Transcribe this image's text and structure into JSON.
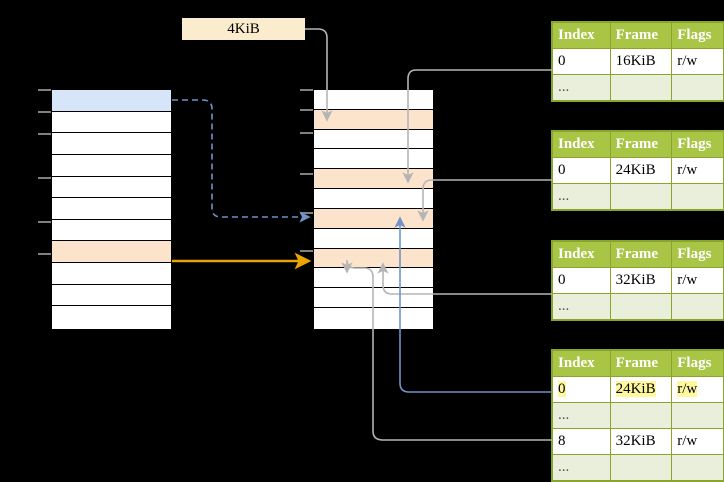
{
  "diagram": {
    "size_label": "4KiB",
    "colors": {
      "header_green": "#a8c545",
      "ellipsis_row": "#e9efda",
      "highlight_yellow": "#fff89e",
      "selected_blue": "#d7e5f8",
      "selected_peach": "#fce3cc",
      "label_cream": "#fbecce",
      "orange_arrow": "#e8a400",
      "blue_arrow": "#6f93c8",
      "gray_arrow": "#b5b5b5"
    }
  },
  "left_column": {
    "name": "virtual-address-space",
    "rows": [
      {
        "fill": "blue"
      },
      {
        "fill": "white"
      },
      {
        "fill": "white"
      },
      {
        "fill": "white"
      },
      {
        "fill": "white"
      },
      {
        "fill": "white"
      },
      {
        "fill": "white"
      },
      {
        "fill": "peach"
      },
      {
        "fill": "white"
      },
      {
        "fill": "white"
      },
      {
        "fill": "white"
      }
    ]
  },
  "middle_column": {
    "name": "physical-memory",
    "rows": [
      {
        "fill": "white"
      },
      {
        "fill": "peach"
      },
      {
        "fill": "white"
      },
      {
        "fill": "white"
      },
      {
        "fill": "peach"
      },
      {
        "fill": "white"
      },
      {
        "fill": "peach"
      },
      {
        "fill": "white"
      },
      {
        "fill": "peach"
      },
      {
        "fill": "white"
      },
      {
        "fill": "white"
      },
      {
        "fill": "white"
      }
    ]
  },
  "tables": [
    {
      "name": "page-table-level-1",
      "headers": [
        "Index",
        "Frame",
        "Flags"
      ],
      "rows": [
        {
          "type": "data",
          "cells": [
            "0",
            "16KiB",
            "r/w"
          ],
          "highlight": [
            false,
            false,
            false
          ]
        },
        {
          "type": "ellipsis",
          "cells": [
            "...",
            "",
            ""
          ],
          "highlight": [
            false,
            false,
            false
          ]
        }
      ]
    },
    {
      "name": "page-table-level-2",
      "headers": [
        "Index",
        "Frame",
        "Flags"
      ],
      "rows": [
        {
          "type": "data",
          "cells": [
            "0",
            "24KiB",
            "r/w"
          ],
          "highlight": [
            false,
            false,
            false
          ]
        },
        {
          "type": "ellipsis",
          "cells": [
            "...",
            "",
            ""
          ],
          "highlight": [
            false,
            false,
            false
          ]
        }
      ]
    },
    {
      "name": "page-table-level-3",
      "headers": [
        "Index",
        "Frame",
        "Flags"
      ],
      "rows": [
        {
          "type": "data",
          "cells": [
            "0",
            "32KiB",
            "r/w"
          ],
          "highlight": [
            false,
            false,
            false
          ]
        },
        {
          "type": "ellipsis",
          "cells": [
            "...",
            "",
            ""
          ],
          "highlight": [
            false,
            false,
            false
          ]
        }
      ]
    },
    {
      "name": "page-table-level-4",
      "headers": [
        "Index",
        "Frame",
        "Flags"
      ],
      "rows": [
        {
          "type": "data",
          "cells": [
            "0",
            "24KiB",
            "r/w"
          ],
          "highlight": [
            true,
            true,
            true
          ]
        },
        {
          "type": "ellipsis",
          "cells": [
            "...",
            "",
            ""
          ],
          "highlight": [
            false,
            false,
            false
          ]
        },
        {
          "type": "data",
          "cells": [
            "8",
            "32KiB",
            "r/w"
          ],
          "highlight": [
            false,
            false,
            false
          ]
        },
        {
          "type": "ellipsis",
          "cells": [
            "...",
            "",
            ""
          ],
          "highlight": [
            false,
            false,
            false
          ]
        }
      ]
    }
  ]
}
